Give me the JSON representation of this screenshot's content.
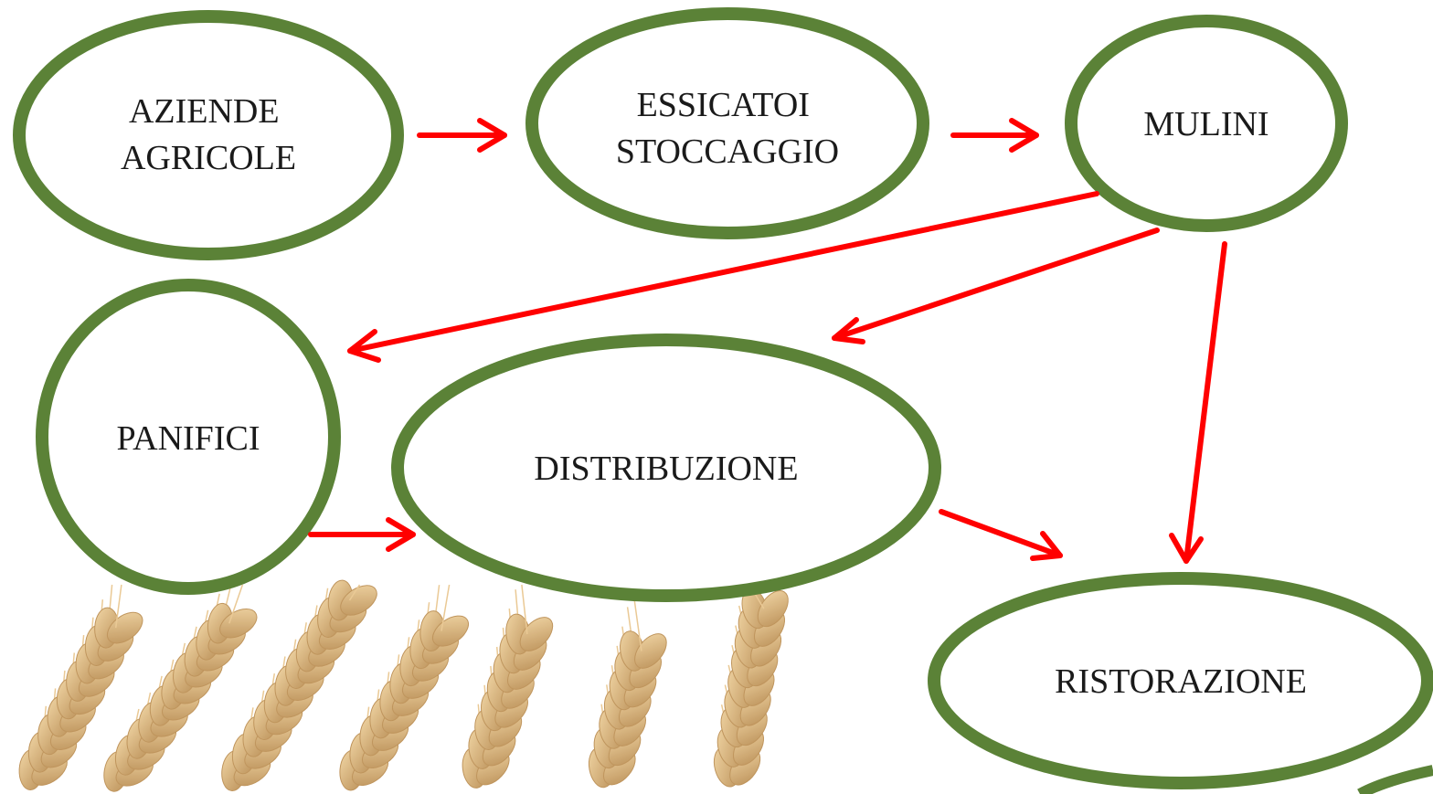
{
  "diagram": {
    "colors": {
      "node_stroke": "#5b8237",
      "arrow": "#ff0000",
      "background": "#ffffff",
      "wheat_light": "#e8c48a",
      "wheat_dark": "#b98a4c"
    },
    "nodes": [
      {
        "id": "aziende",
        "lines": [
          "AZIENDE",
          "AGRICOLE"
        ]
      },
      {
        "id": "essicatoi",
        "lines": [
          "ESSICATOI",
          "STOCCAGGIO"
        ]
      },
      {
        "id": "mulini",
        "lines": [
          "MULINI"
        ]
      },
      {
        "id": "panifici",
        "lines": [
          "PANIFICI"
        ]
      },
      {
        "id": "distribuzione",
        "lines": [
          "DISTRIBUZIONE"
        ]
      },
      {
        "id": "ristorazione",
        "lines": [
          "RISTORAZIONE"
        ]
      }
    ],
    "edges": [
      {
        "from": "aziende",
        "to": "essicatoi"
      },
      {
        "from": "essicatoi",
        "to": "mulini"
      },
      {
        "from": "mulini",
        "to": "panifici"
      },
      {
        "from": "mulini",
        "to": "distribuzione"
      },
      {
        "from": "mulini",
        "to": "ristorazione"
      },
      {
        "from": "panifici",
        "to": "distribuzione"
      },
      {
        "from": "distribuzione",
        "to": "ristorazione"
      }
    ],
    "decoration": {
      "background_image": "wheat-ears"
    }
  }
}
